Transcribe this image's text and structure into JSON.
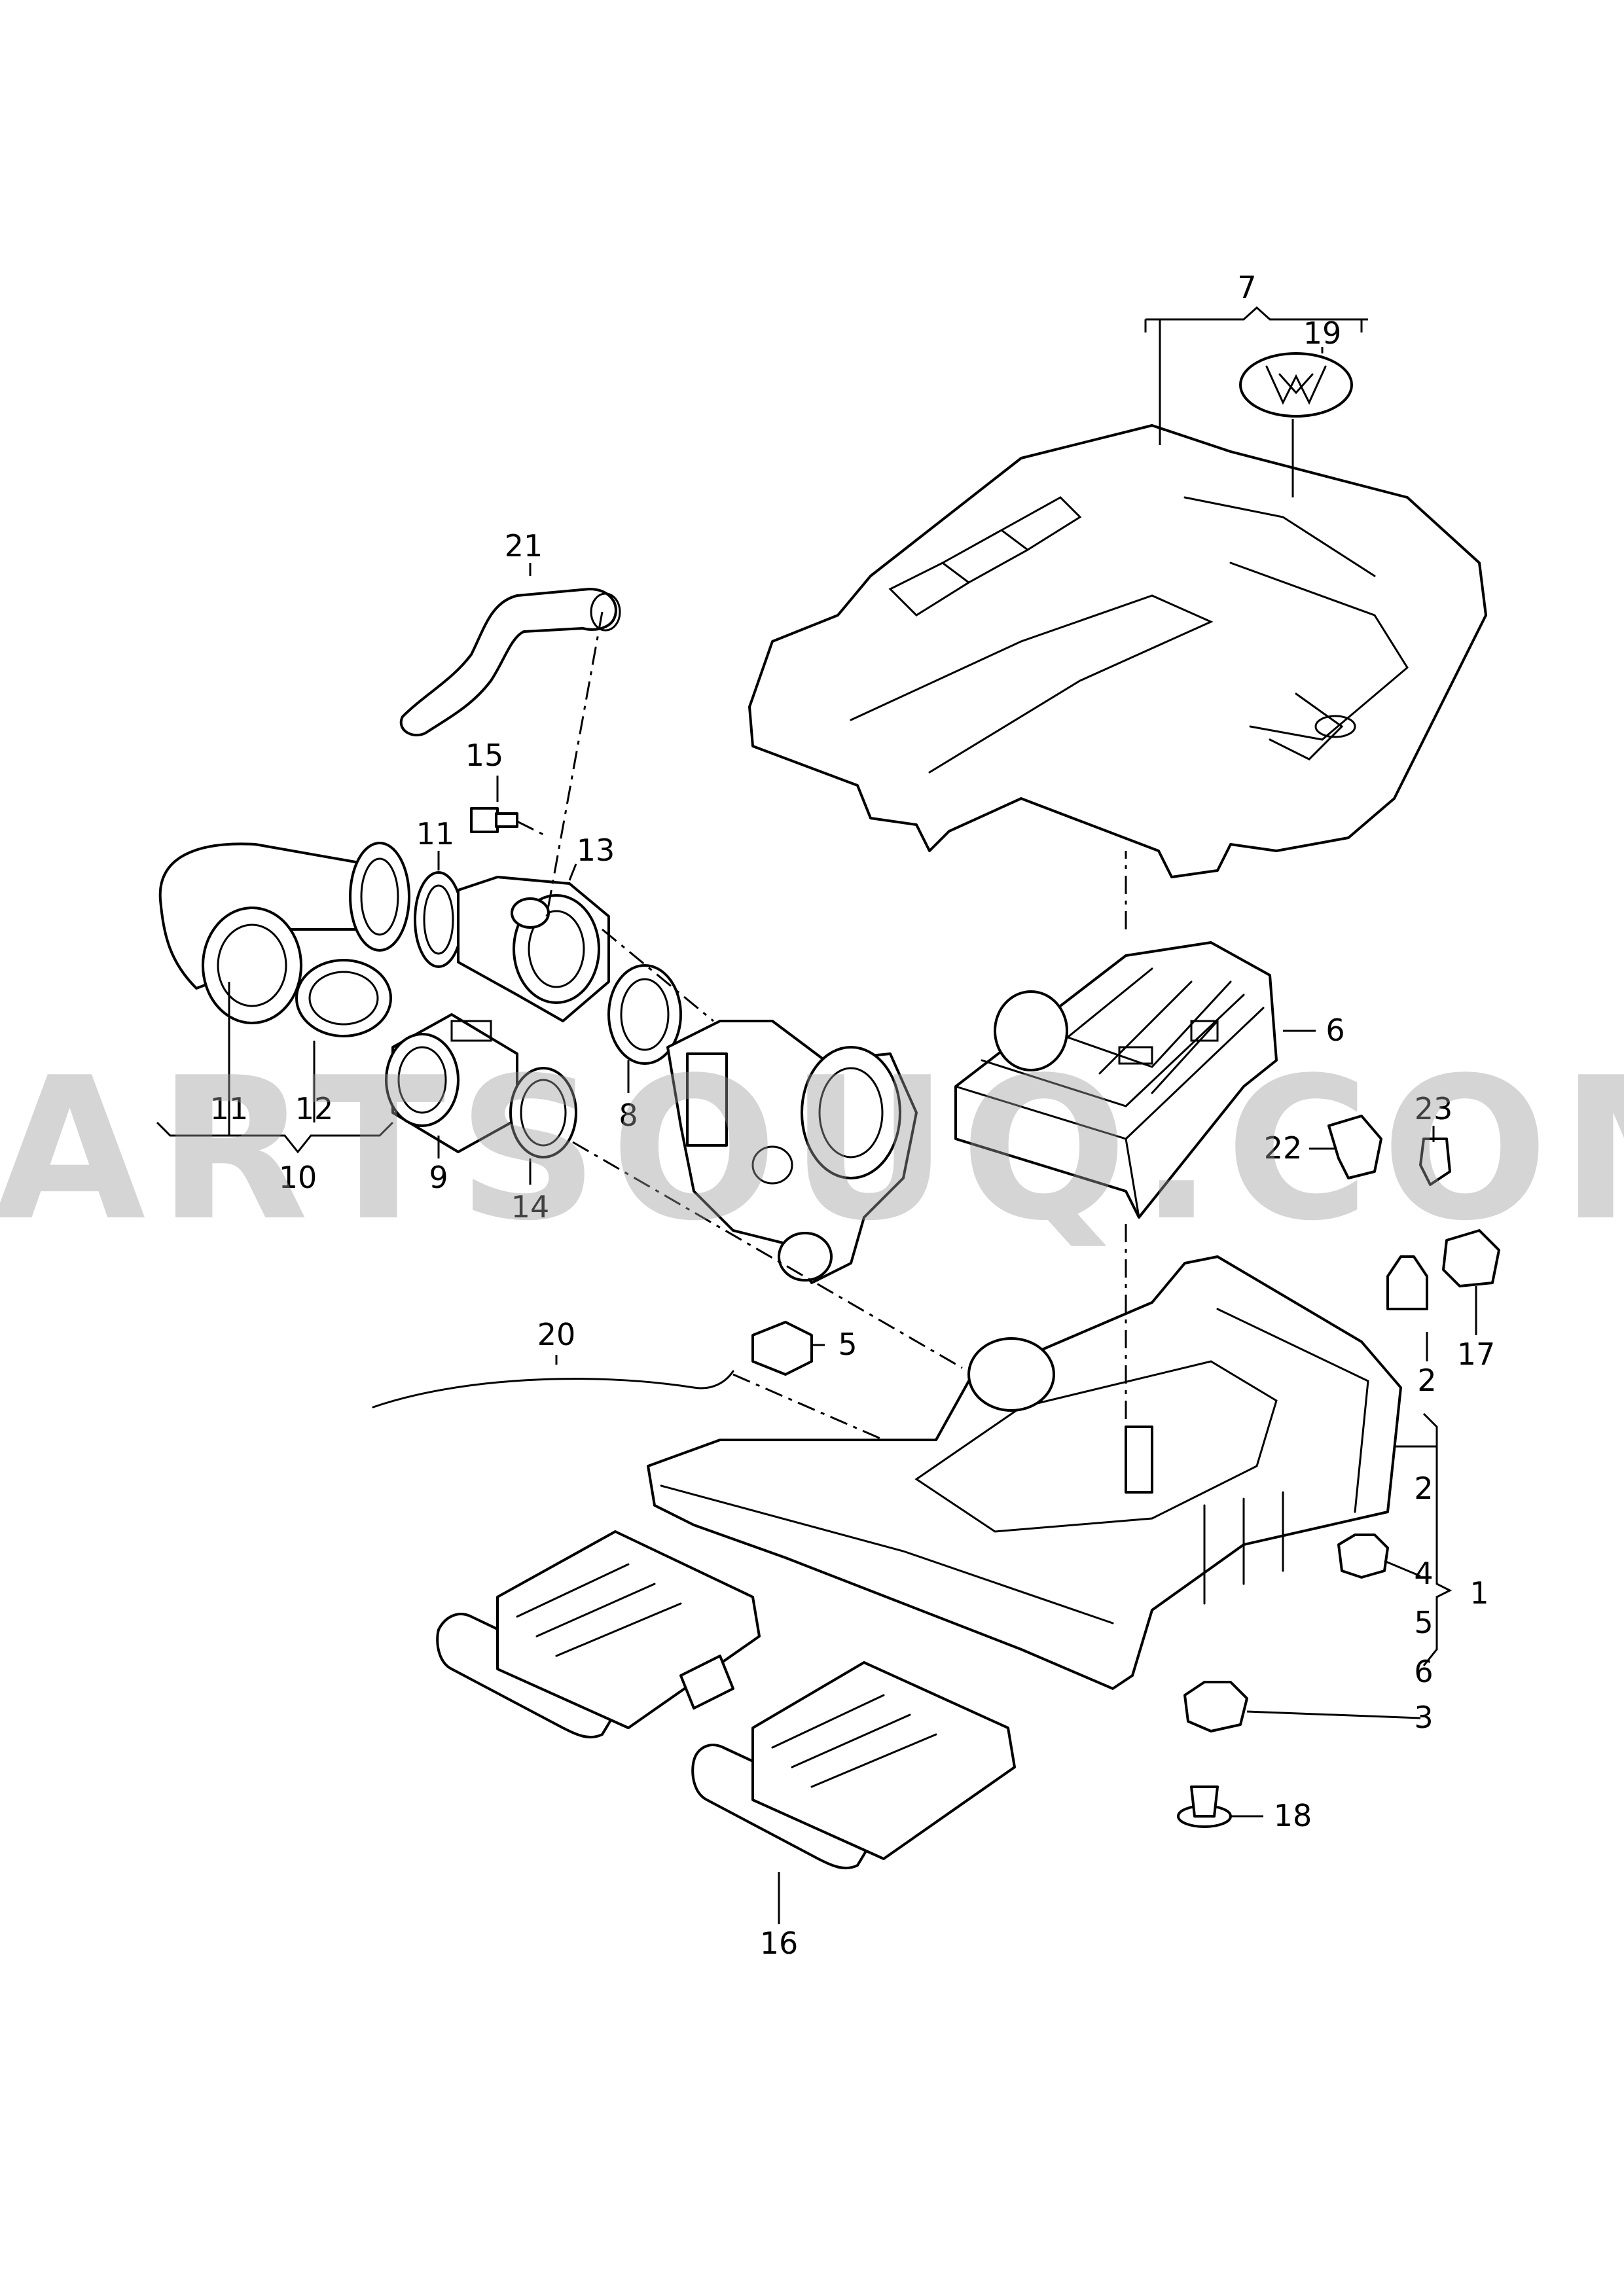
{
  "watermark": "PARTSOUQ.COM",
  "callouts": [
    "1",
    "2",
    "3",
    "4",
    "5",
    "6",
    "7",
    "8",
    "9",
    "10",
    "11",
    "12",
    "13",
    "14",
    "15",
    "16",
    "17",
    "18",
    "19",
    "20",
    "21",
    "22",
    "23"
  ],
  "callout_2_repeat": "2",
  "callout_5_repeat": "5",
  "callout_6_repeat": "6",
  "callout_11_repeat": "11"
}
